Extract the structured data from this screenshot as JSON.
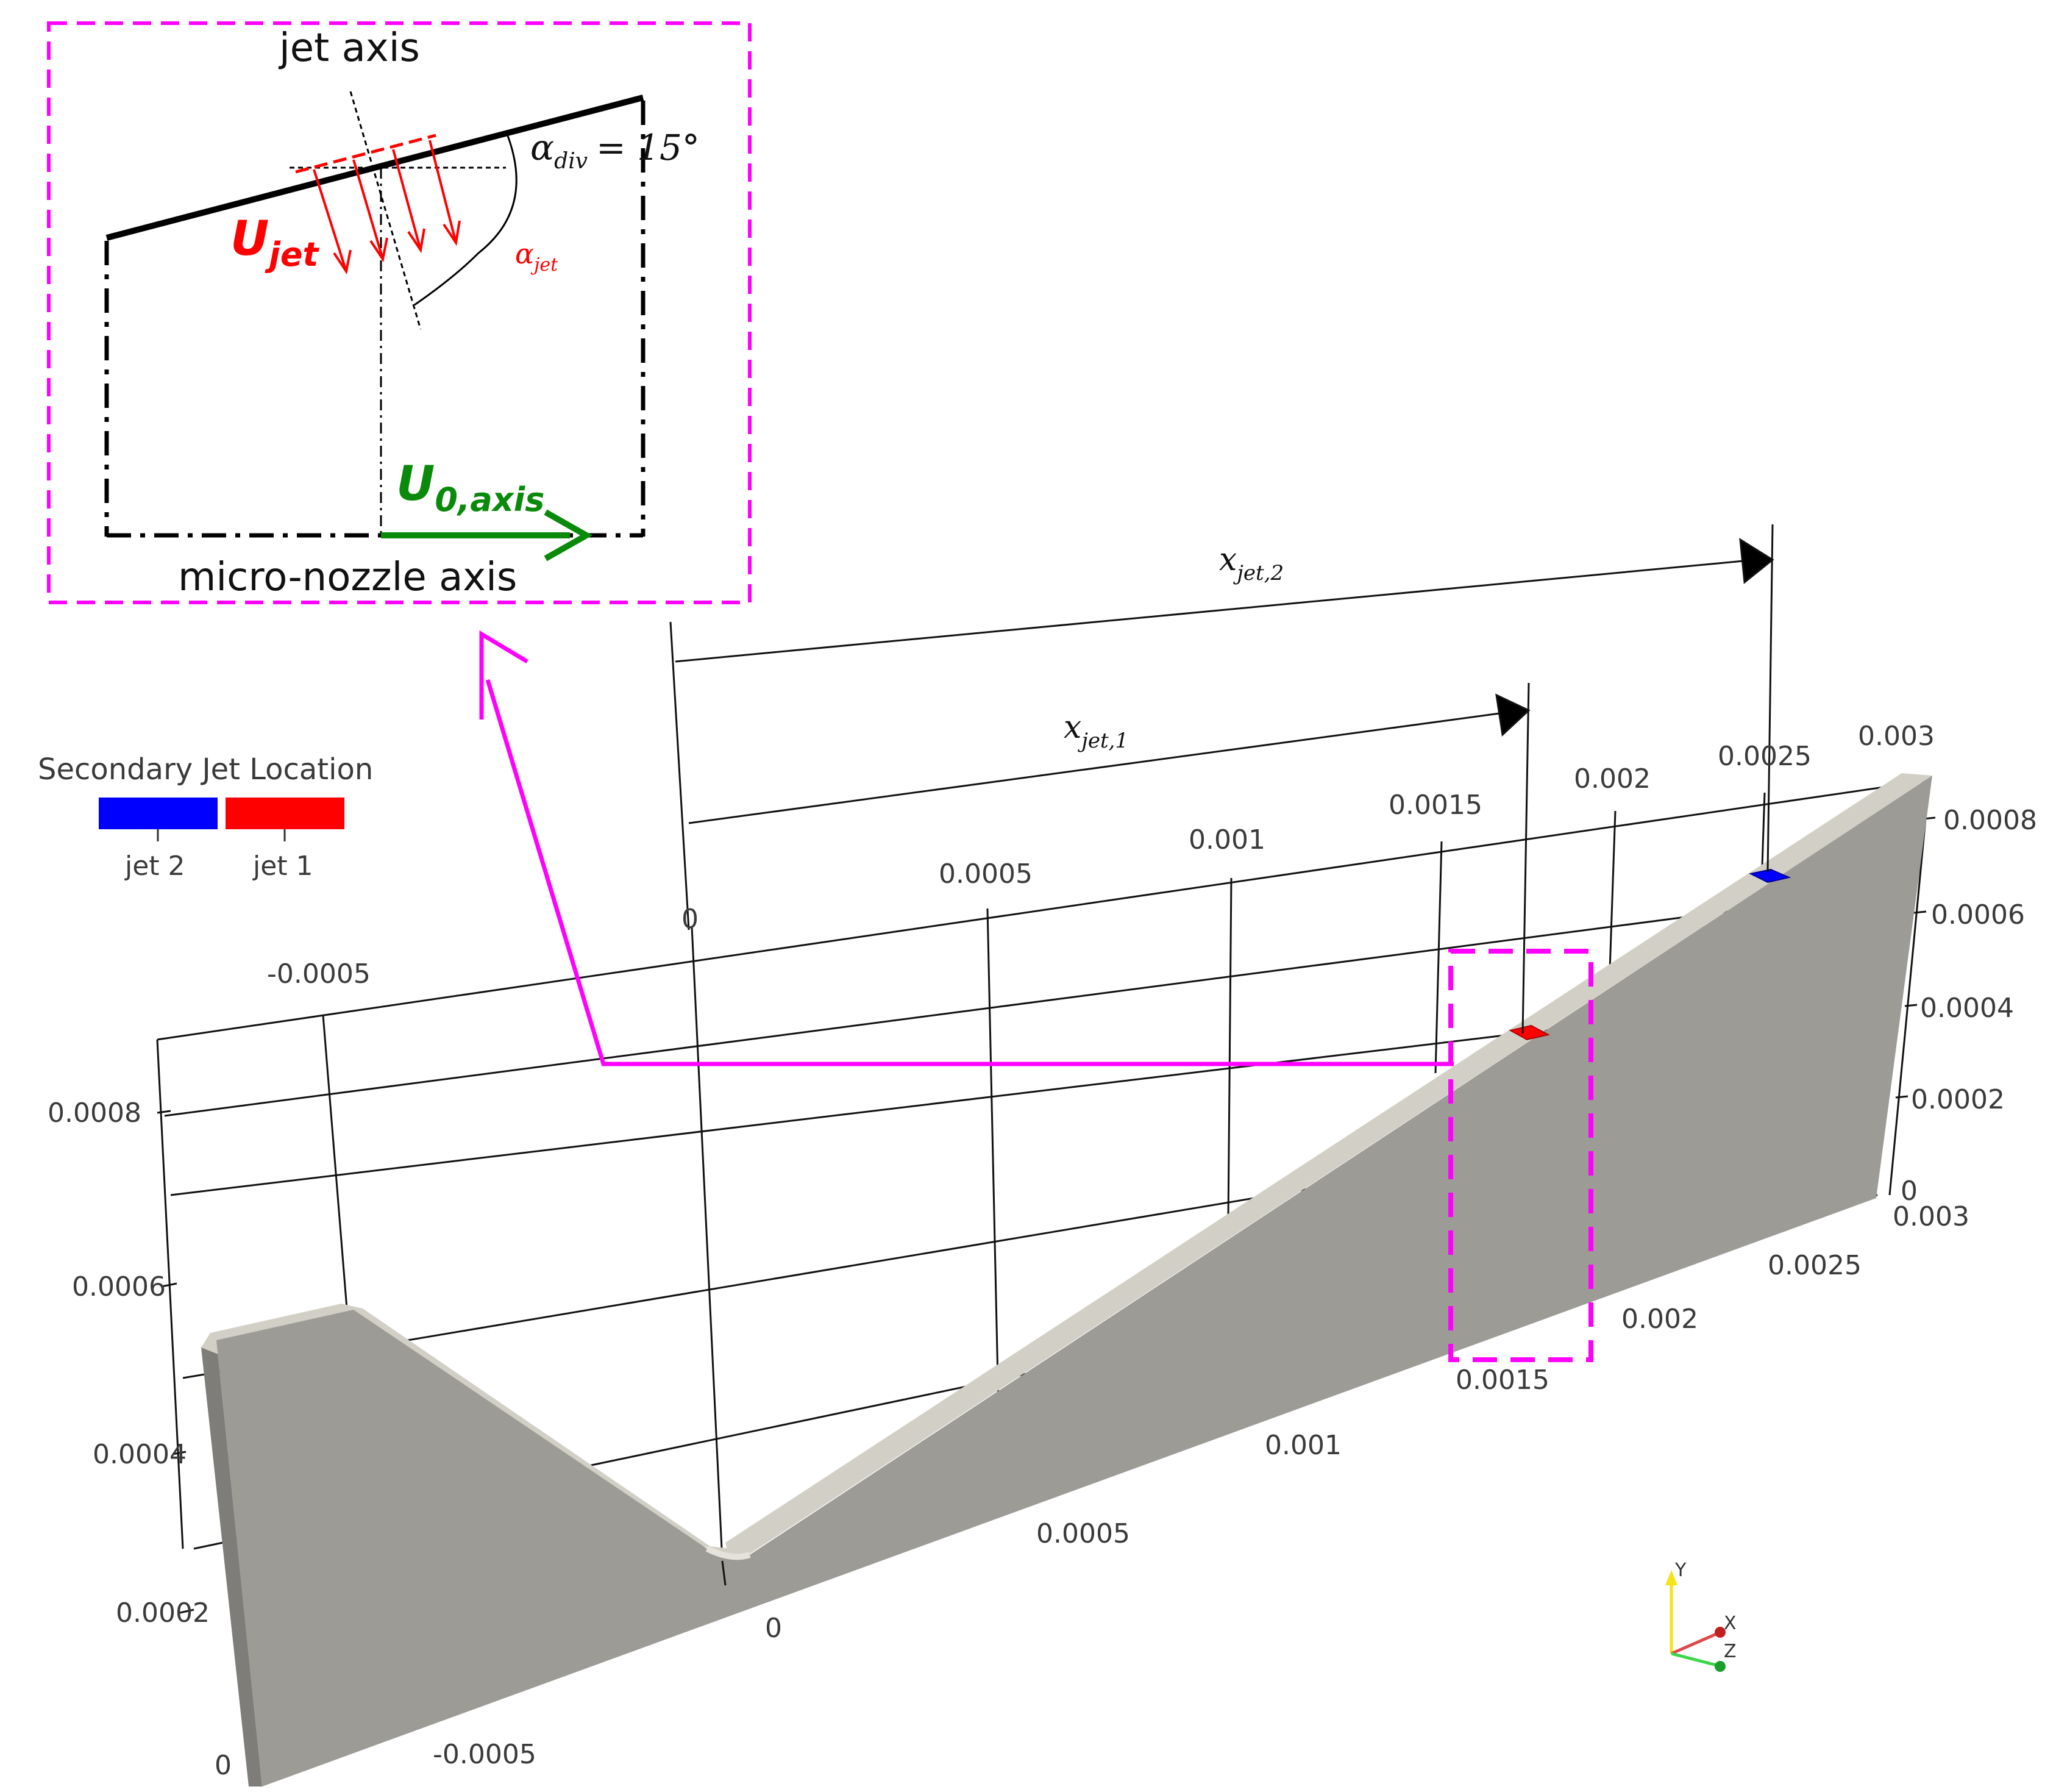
{
  "inset": {
    "jet_axis_label": "jet axis",
    "alpha_div_symbol": "α",
    "alpha_div_sub": "div",
    "alpha_div_value": "= 15°",
    "u_jet_main": "U",
    "u_jet_sub": "jet",
    "alpha_jet_symbol": "α",
    "alpha_jet_sub": "jet",
    "u0_main": "U",
    "u0_sub": "0,axis",
    "nozzle_axis_label": "micro-nozzle axis"
  },
  "legend": {
    "title": "Secondary Jet Location",
    "items": [
      {
        "label": "jet 2",
        "color": "#0000ff"
      },
      {
        "label": "jet 1",
        "color": "#ff0000"
      }
    ]
  },
  "dimensions": {
    "x_jet_1_main": "x",
    "x_jet_1_sub": "jet,1",
    "x_jet_2_main": "x",
    "x_jet_2_sub": "jet,2"
  },
  "axes": {
    "top_x_ticks": [
      "-0.0005",
      "0",
      "0.0005",
      "0.001",
      "0.0015",
      "0.002",
      "0.0025",
      "0.003"
    ],
    "left_y_ticks": [
      "0.0008",
      "0.0006",
      "0.0004",
      "0.0002",
      "0"
    ],
    "right_y_ticks": [
      "0.0008",
      "0.0006",
      "0.0004",
      "0.0002",
      "0"
    ],
    "bottom_x_ticks": [
      "-0.0005",
      "0",
      "0.0005",
      "0.001",
      "0.0015",
      "0.002",
      "0.0025",
      "0.003"
    ]
  },
  "orientation_axes": {
    "y": "Y",
    "x": "X",
    "z": "Z"
  },
  "colors": {
    "magenta": "#ff00ff",
    "jet_red": "#ff0000",
    "jet_blue": "#0000ff",
    "flow_green": "#0a8a0a",
    "nozzle_face": "#9c9b96",
    "nozzle_top": "#d2d0c6",
    "nozzle_side": "#7e7d79"
  }
}
